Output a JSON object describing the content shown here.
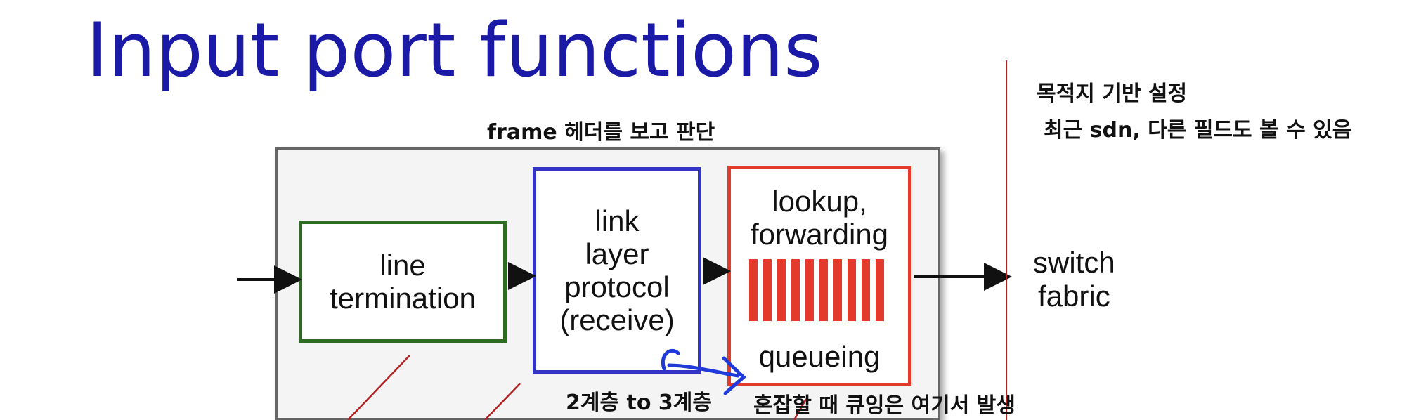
{
  "title": "Input port functions",
  "annotations": {
    "frame_header": "frame 헤더를 보고 판단",
    "destination_based": "목적지 기반 설정",
    "sdn_note": "최근 sdn, 다른 필드도 볼 수 있음",
    "layer_transition": "2계층 to 3계층",
    "congestion_queue": "혼잡할 때 큐잉은 여기서 발생"
  },
  "stages": {
    "line_termination": [
      "line",
      "termination"
    ],
    "link_layer": [
      "link",
      "layer",
      "protocol",
      "(receive)"
    ],
    "lookup": [
      "lookup,",
      "forwarding"
    ],
    "queueing": "queueing"
  },
  "fabric": [
    "switch",
    "fabric"
  ],
  "colors": {
    "title": "#1a1aa6",
    "line_termination_border": "#2e6b23",
    "link_layer_border": "#3333c4",
    "lookup_border": "#e33a2b",
    "queue_bars": "#e33a2b",
    "annotation_ink": "#b22222",
    "pen_arrow": "#1f3ad8"
  },
  "icons": [
    "arrow-right-icon",
    "queue-buffer-icon",
    "curved-arrow-icon"
  ]
}
